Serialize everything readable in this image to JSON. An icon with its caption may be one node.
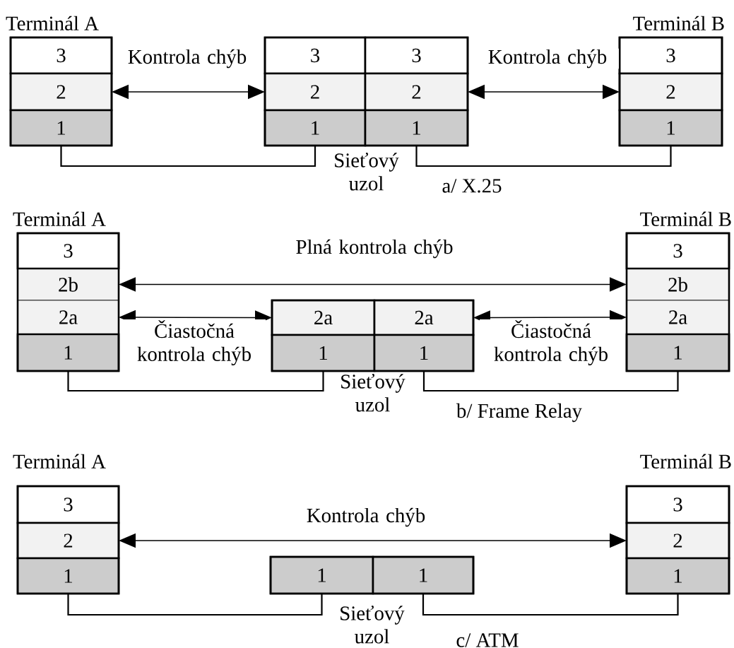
{
  "diagram": {
    "nodes": [
      {
        "text": [
          "Terminál A"
        ]
      },
      {
        "text": [
          "3"
        ],
        "in": 0
      },
      {
        "text": [
          "2"
        ],
        "in": 0
      },
      {
        "text": [
          "1"
        ],
        "in": 0
      },
      {
        "text": [
          "Sieťový uzol"
        ]
      },
      {
        "text": [
          "3"
        ],
        "in": 4
      },
      {
        "text": [
          "3"
        ],
        "in": 4
      },
      {
        "text": [
          "2"
        ],
        "in": 4
      },
      {
        "text": [
          "2"
        ],
        "in": 4
      },
      {
        "text": [
          "1"
        ],
        "in": 4
      },
      {
        "text": [
          "1"
        ],
        "in": 4
      },
      {
        "text": [
          "Terminál B"
        ]
      },
      {
        "text": [
          "3"
        ],
        "in": 11
      },
      {
        "text": [
          "2"
        ],
        "in": 11
      },
      {
        "text": [
          "1"
        ],
        "in": 11
      },
      {
        "text": [
          "Terminál A"
        ]
      },
      {
        "text": [
          "3"
        ],
        "in": 15
      },
      {
        "text": [
          "2b"
        ],
        "in": 15
      },
      {
        "text": [
          "2a"
        ],
        "in": 15
      },
      {
        "text": [
          "1"
        ],
        "in": 15
      },
      {
        "text": [
          "Sieťový uzol"
        ]
      },
      {
        "text": [
          "2a"
        ],
        "in": 20
      },
      {
        "text": [
          "2a"
        ],
        "in": 20
      },
      {
        "text": [
          "1"
        ],
        "in": 20
      },
      {
        "text": [
          "1"
        ],
        "in": 20
      },
      {
        "text": [
          "Terminál B"
        ]
      },
      {
        "text": [
          "3"
        ],
        "in": 25
      },
      {
        "text": [
          "2b"
        ],
        "in": 25
      },
      {
        "text": [
          "2a"
        ],
        "in": 25
      },
      {
        "text": [
          "1"
        ],
        "in": 25
      },
      {
        "text": [
          "Terminál A"
        ]
      },
      {
        "text": [
          "3"
        ],
        "in": 30
      },
      {
        "text": [
          "2"
        ],
        "in": 30
      },
      {
        "text": [
          "1"
        ],
        "in": 30
      },
      {
        "text": [
          "Sieťový uzol"
        ]
      },
      {
        "text": [
          "1"
        ],
        "in": 34
      },
      {
        "text": [
          "1"
        ],
        "in": 34
      },
      {
        "text": [
          "Terminál B"
        ]
      },
      {
        "text": [
          "3"
        ],
        "in": 37
      },
      {
        "text": [
          "2"
        ],
        "in": 37
      },
      {
        "text": [
          "1"
        ],
        "in": 37
      }
    ],
    "edges": [
      {
        "from": 2,
        "to": 7,
        "arrow": "both",
        "label": "Kontrola chýb"
      },
      {
        "from": 8,
        "to": 13,
        "arrow": "both",
        "label": "Kontrola chýb"
      },
      {
        "from": 3,
        "to": 9,
        "arrow": "none"
      },
      {
        "from": 10,
        "to": 14,
        "arrow": "none"
      },
      {
        "from": 17,
        "to": 27,
        "arrow": "both",
        "label": "Plná kontrola chýb"
      },
      {
        "from": 18,
        "to": 21,
        "arrow": "both",
        "label": "Čiastočná kontrola chýb"
      },
      {
        "from": 22,
        "to": 28,
        "arrow": "both",
        "label": "Čiastočná kontrola chýb"
      },
      {
        "from": 19,
        "to": 23,
        "arrow": "none"
      },
      {
        "from": 24,
        "to": 29,
        "arrow": "none"
      },
      {
        "from": 32,
        "to": 39,
        "arrow": "both",
        "label": "Kontrola chýb"
      },
      {
        "from": 33,
        "to": 35,
        "arrow": "none"
      },
      {
        "from": 36,
        "to": 40,
        "arrow": "none"
      }
    ],
    "labels": [
      "a/ X.25",
      "b/ Frame Relay",
      "c/ ATM"
    ]
  }
}
